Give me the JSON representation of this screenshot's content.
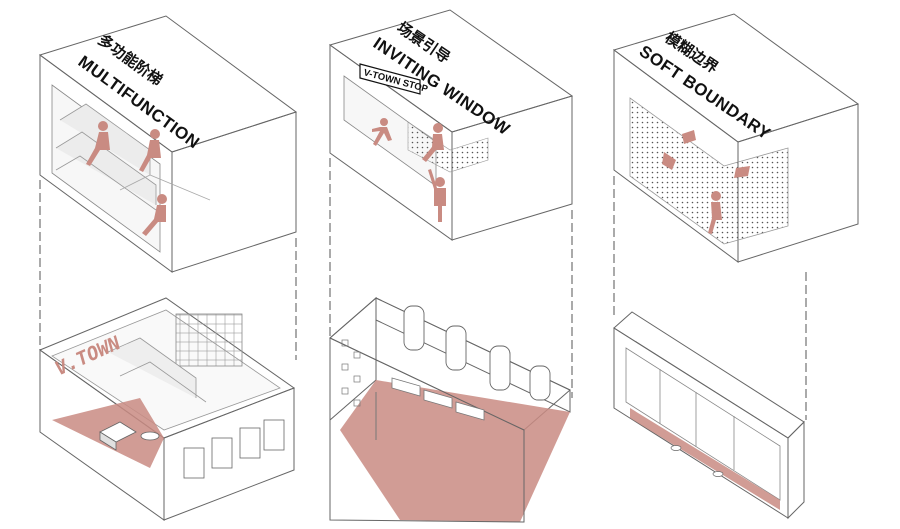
{
  "colors": {
    "accent": "#c98b82",
    "accent_light": "#d9a8a0",
    "line": "#666666",
    "face_top": "#ffffff",
    "face_light": "#f4f4f4",
    "face_dark": "#e8e8e8"
  },
  "panels": [
    {
      "label_cn": "多功能阶梯",
      "label_en": "MULTIFUNCTION"
    },
    {
      "label_cn": "场景引导",
      "label_en": "INVITING WINDOW",
      "sign_text": "V-TOWN STOP"
    },
    {
      "label_cn": "模糊边界",
      "label_en": "SOFT BOUNDARY"
    }
  ],
  "wall_mark": "V.TOWN"
}
